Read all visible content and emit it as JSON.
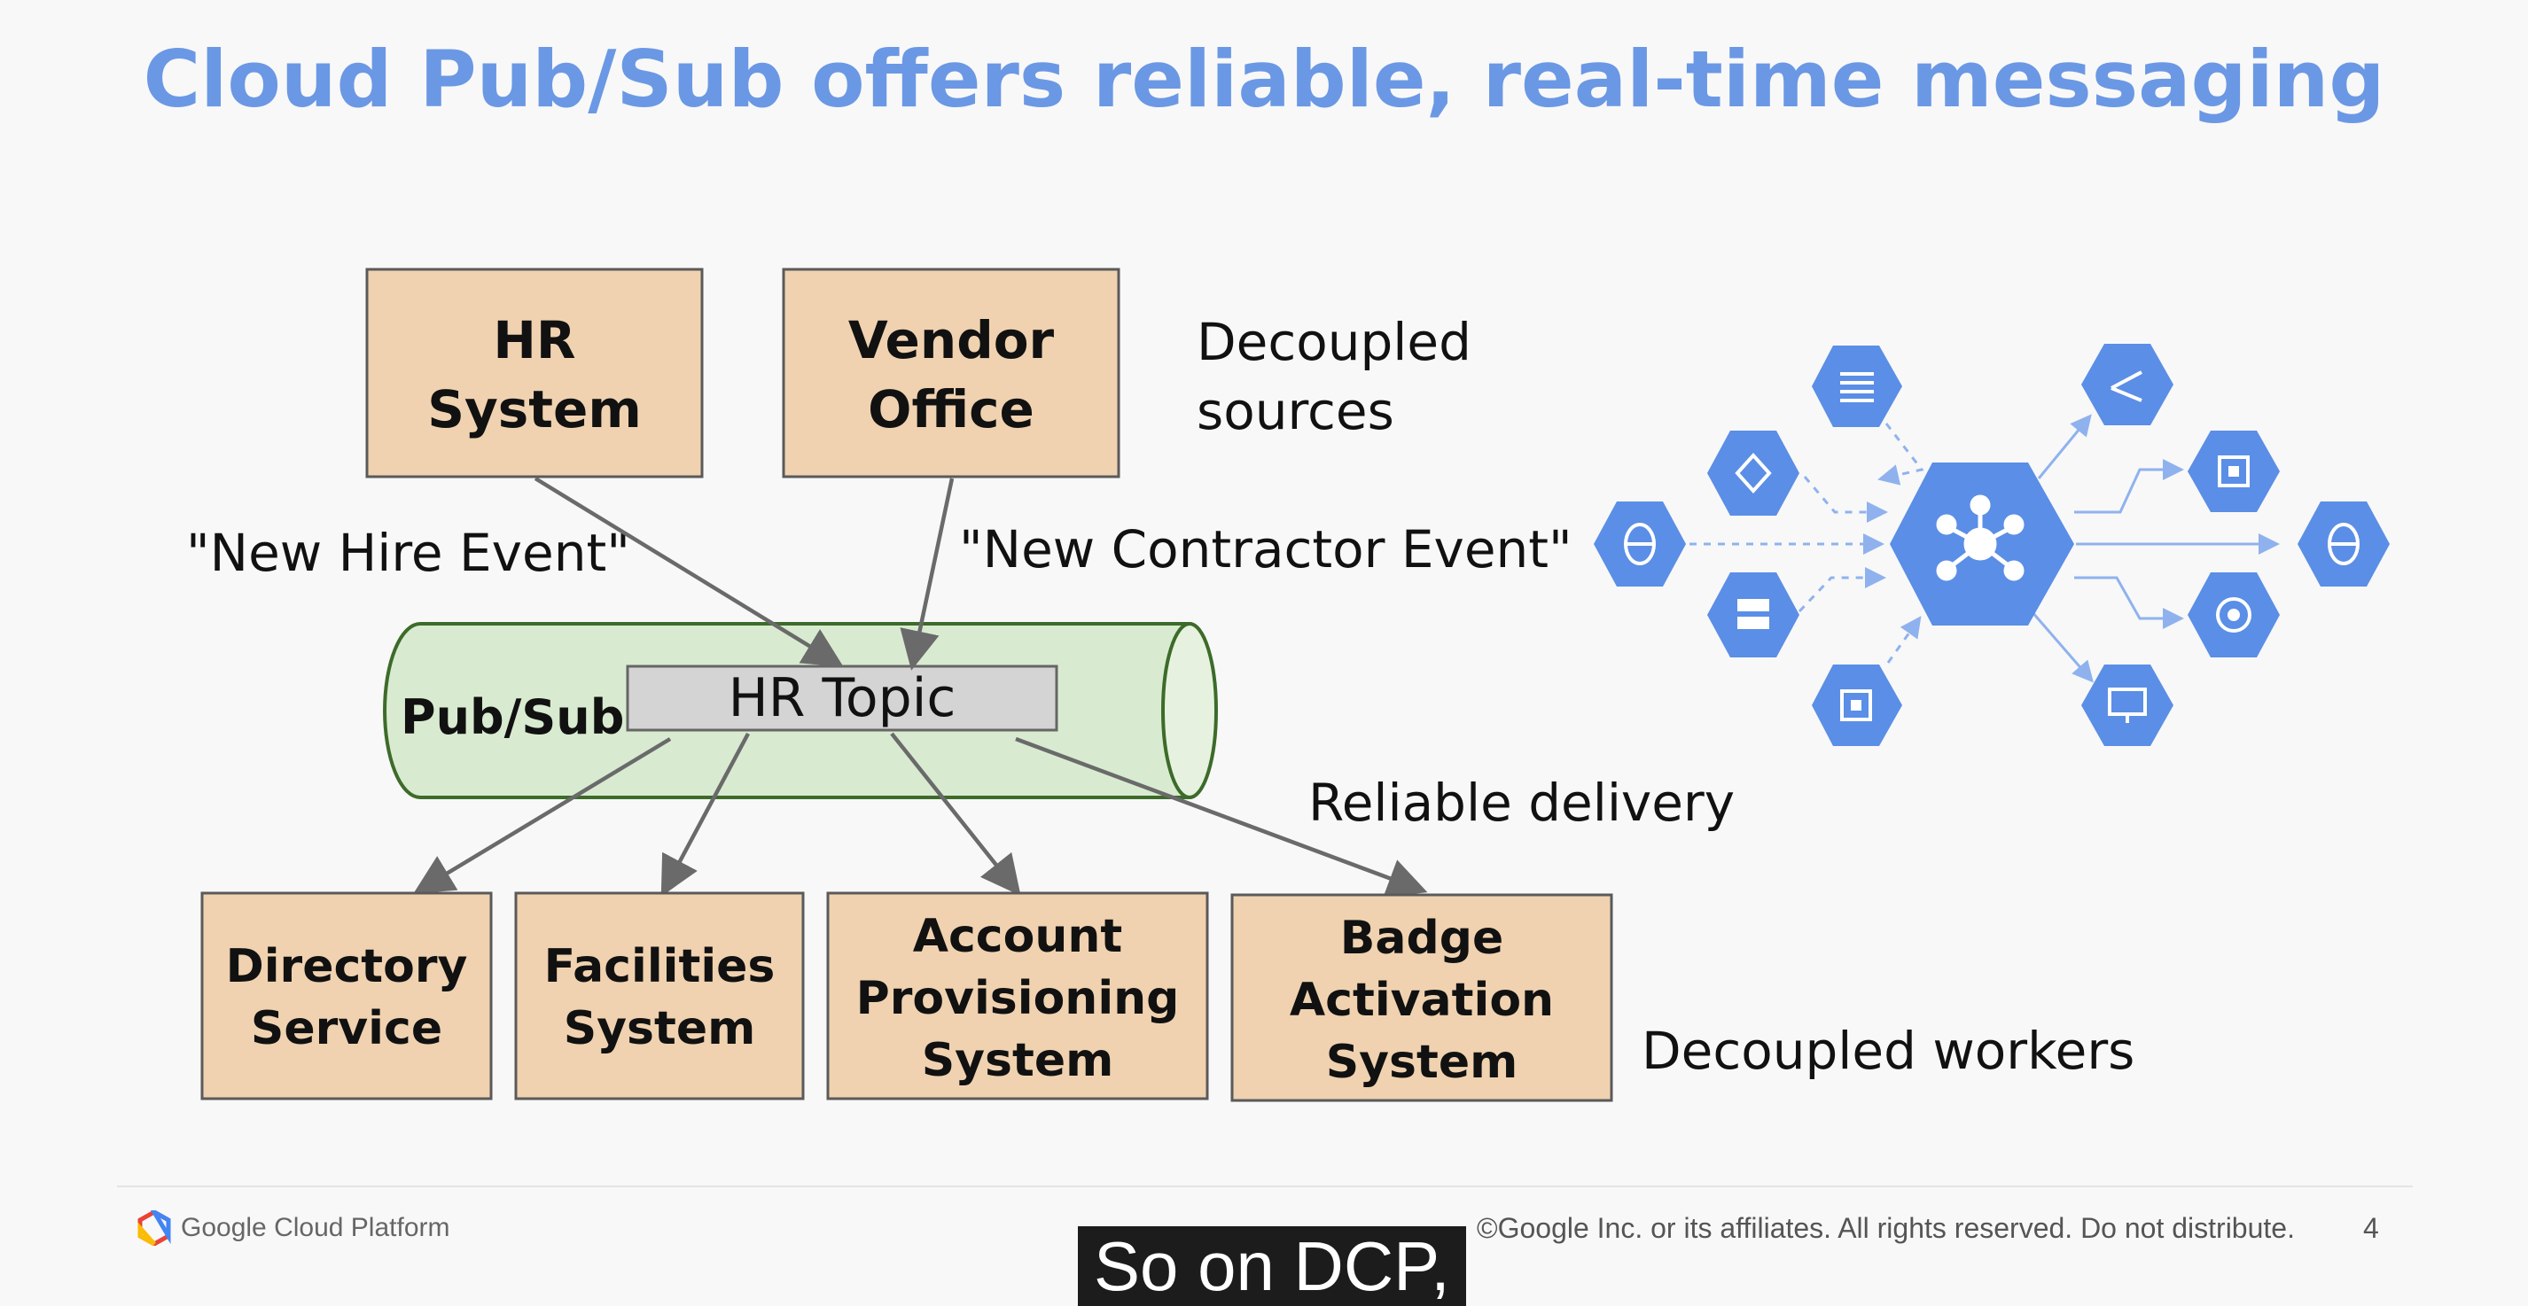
{
  "slide": {
    "title": "Cloud Pub/Sub offers reliable, real-time messaging",
    "page_number": "4"
  },
  "sources": [
    {
      "line1": "HR",
      "line2": "System"
    },
    {
      "line1": "Vendor",
      "line2": "Office"
    }
  ],
  "labels": {
    "decoupled_sources_1": "Decoupled",
    "decoupled_sources_2": "sources",
    "new_hire_event": "\"New Hire Event\"",
    "new_contractor_event": "\"New Contractor Event\"",
    "pubsub": "Pub/Sub",
    "hr_topic": "HR Topic",
    "reliable_delivery": "Reliable delivery",
    "decoupled_workers": "Decoupled workers"
  },
  "workers": [
    {
      "lines": [
        "Directory",
        "Service"
      ]
    },
    {
      "lines": [
        "Facilities",
        "System"
      ]
    },
    {
      "lines": [
        "Account",
        "Provisioning",
        "System"
      ]
    },
    {
      "lines": [
        "Badge",
        "Activation",
        "System"
      ]
    }
  ],
  "footer": {
    "brand": "Google Cloud Platform",
    "copyright": "©Google Inc. or its affiliates. All rights reserved. Do not distribute."
  },
  "caption": {
    "text": "So on DCP,"
  },
  "colors": {
    "title": "#6b98e4",
    "box_fill": "#f0d2b0",
    "pipe_fill": "#d8ebd0",
    "pipe_stroke": "#3d6b2a",
    "topic_fill": "#d4d4d4",
    "hex_blue": "#5b8ee6"
  },
  "icons": {
    "hub": "pubsub-hub-icon",
    "nodes": [
      "list-icon",
      "diamond-arrows-icon",
      "bug-icon",
      "storage-icon",
      "chip-icon",
      "branch-icon",
      "chip-icon",
      "bug-icon",
      "target-icon",
      "monitor-icon"
    ]
  }
}
